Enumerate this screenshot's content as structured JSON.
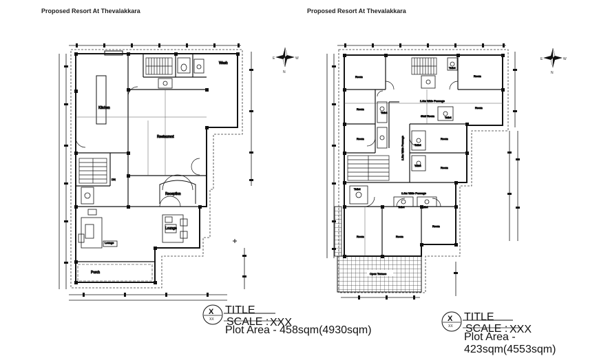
{
  "sheets": [
    {
      "heading": "Proposed Resort At Thevalakkara",
      "rooms": {
        "kitchen": "Kitchen",
        "restaurant": "Restaurant",
        "reception": "Reception",
        "lounge": "Lounge",
        "porch": "Porch",
        "wash": "Wash",
        "dn": "DN",
        "lounge_sign": "Lounge"
      },
      "title_block": {
        "symbol_letter": "X",
        "symbol_sub": "XX",
        "title": "TITLE",
        "scale_label": "SCALE :",
        "scale_value": "XXX",
        "plot_area": "Plot Area - 458sqm(4930sqm)"
      }
    },
    {
      "heading": "Proposed Resort At Thevalakkara",
      "rooms": {
        "room": "Room",
        "toilet": "Toilet",
        "passage_top": "1.0m Wide Passage",
        "passage_vertical": "1.5m Wide Passage",
        "passage_bottom": "1.0m Wide Passage",
        "stair_room": "Stair Room",
        "open_terrace": "Open Terrace"
      },
      "title_block": {
        "symbol_letter": "X",
        "symbol_sub": "XX",
        "title": "TITLE",
        "scale_label": "SCALE :",
        "scale_value": "XXX",
        "plot_area": "Plot Area - 423sqm(4553sqm)"
      }
    }
  ],
  "compass": {
    "north": "N",
    "east": "E",
    "west": "W"
  }
}
